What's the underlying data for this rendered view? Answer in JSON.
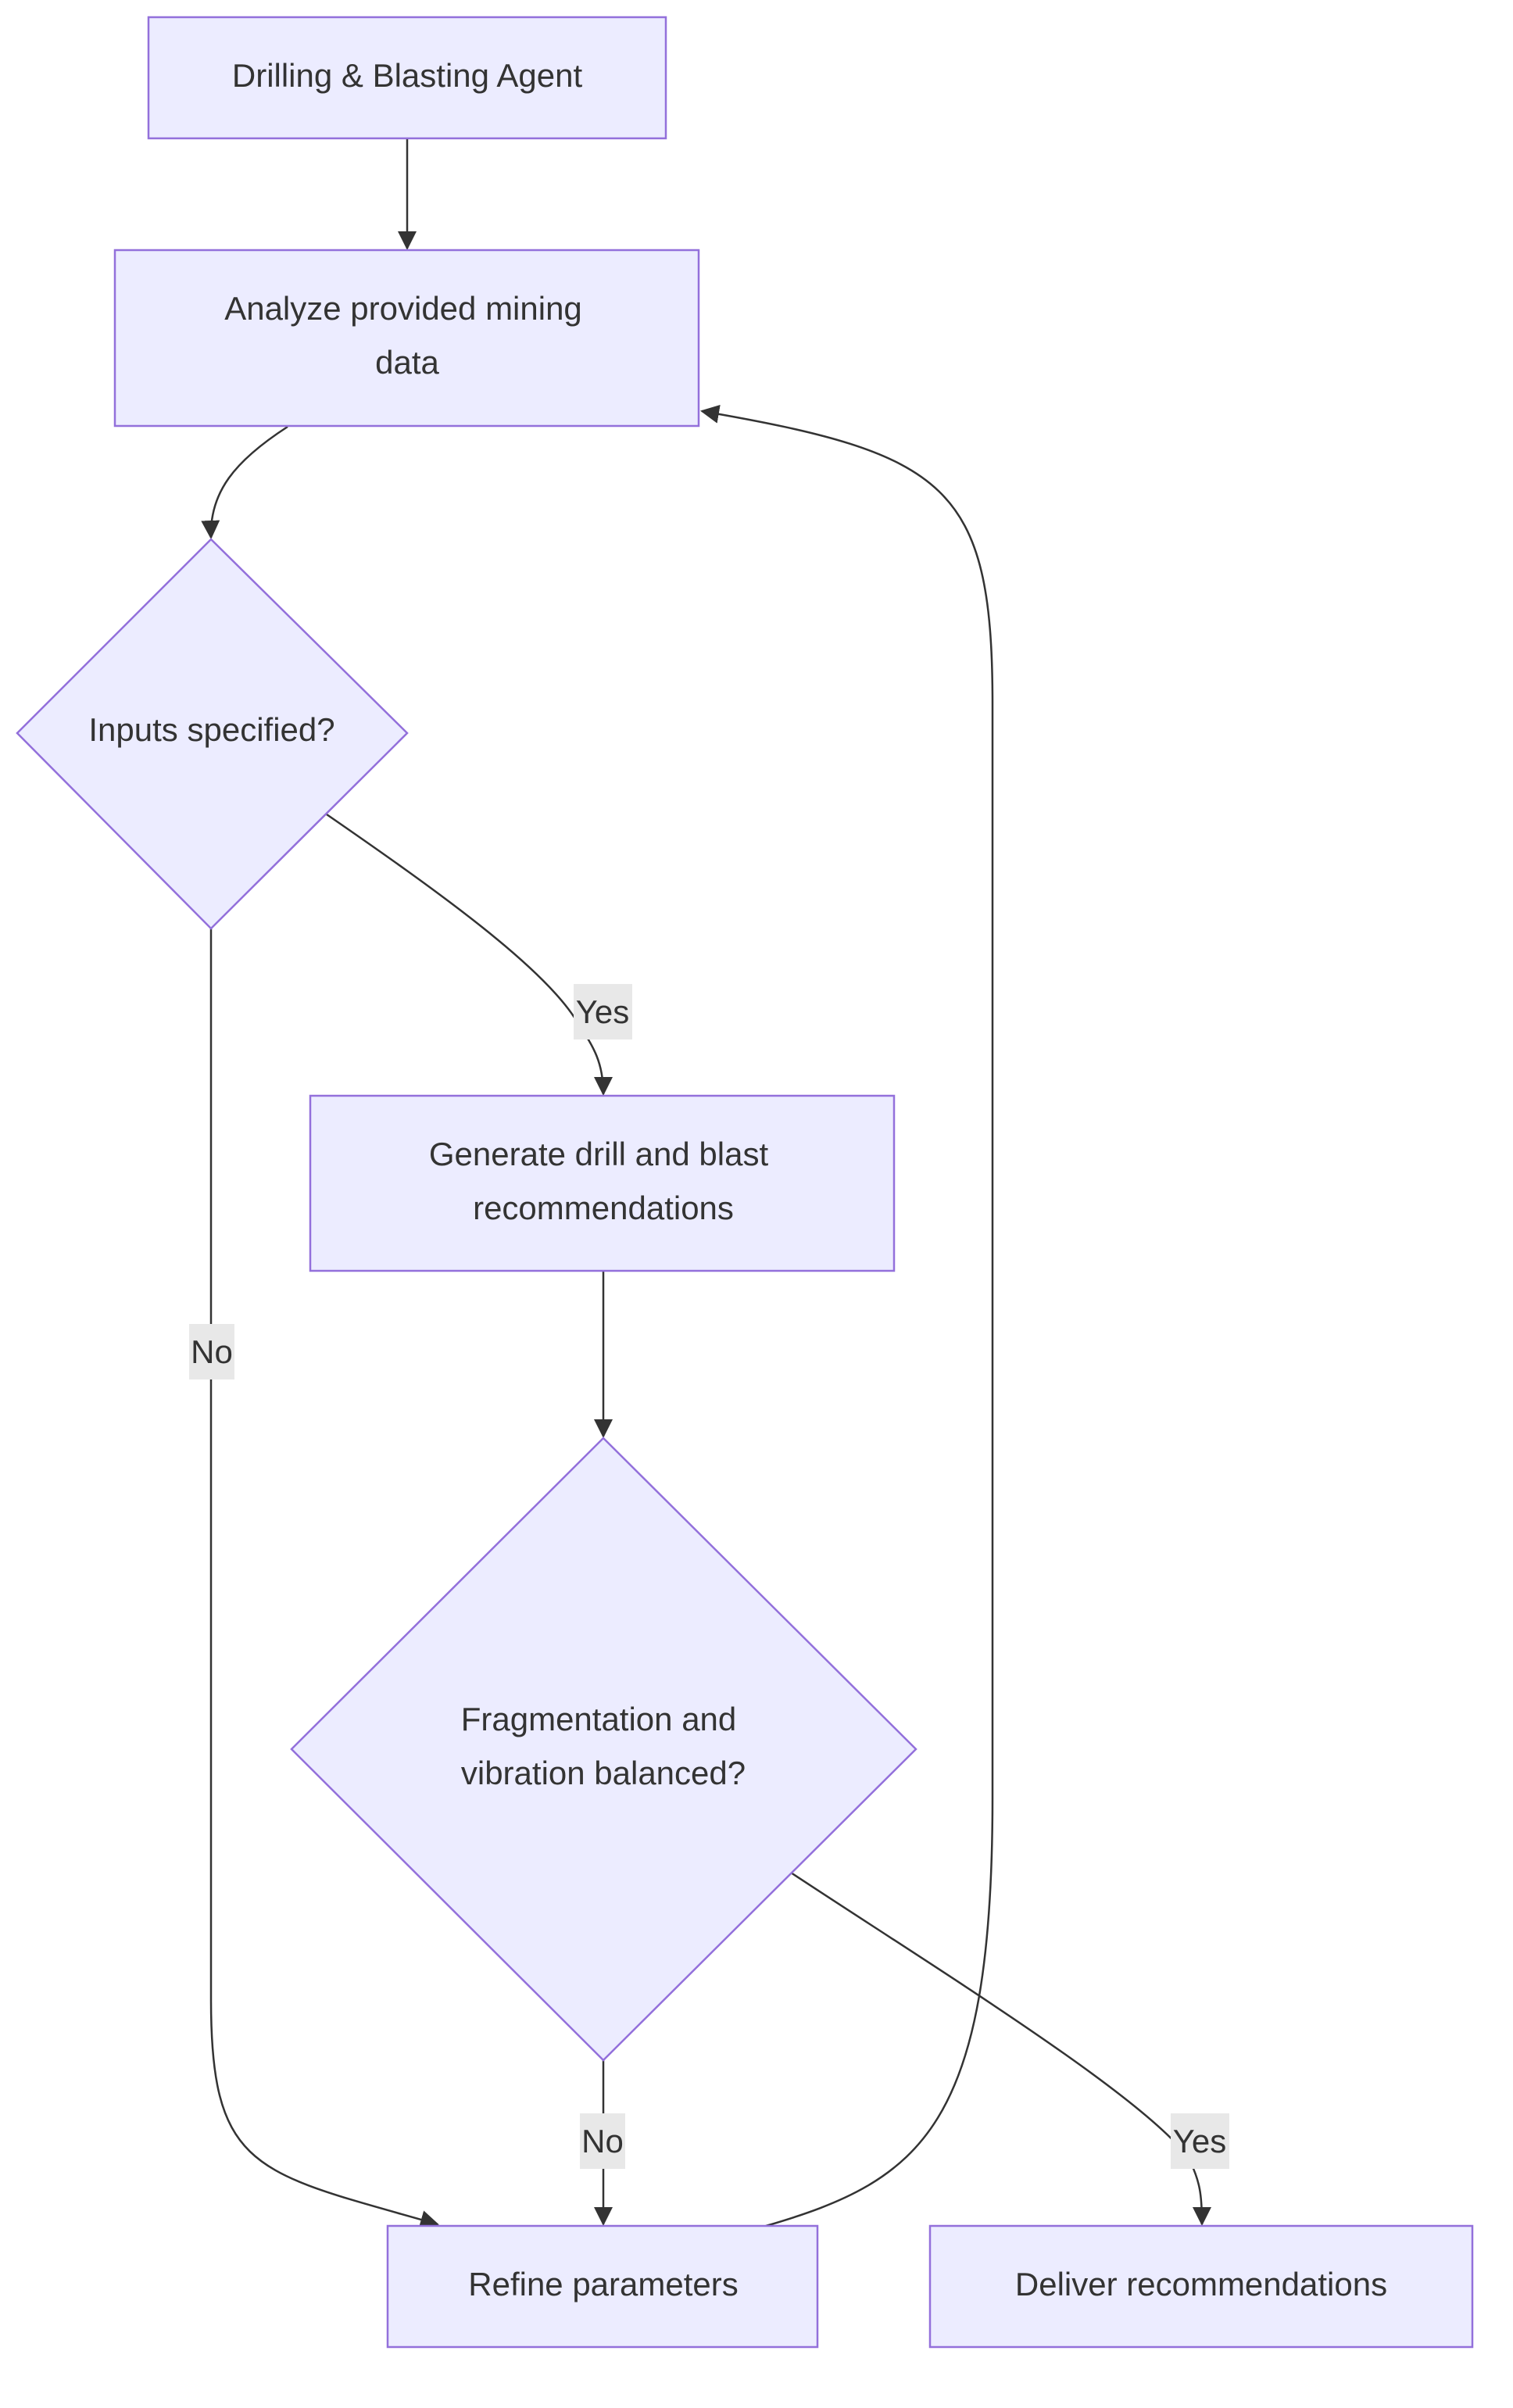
{
  "diagram": {
    "nodes": {
      "agent": {
        "lines": [
          "Drilling & Blasting Agent"
        ]
      },
      "analyze": {
        "lines": [
          "Analyze provided mining",
          "data"
        ]
      },
      "inputs": {
        "lines": [
          "Inputs specified?"
        ]
      },
      "generate": {
        "lines": [
          "Generate drill and blast",
          "recommendations"
        ]
      },
      "balanced": {
        "lines": [
          "Fragmentation and",
          "vibration balanced?"
        ]
      },
      "refine": {
        "lines": [
          "Refine parameters"
        ]
      },
      "deliver": {
        "lines": [
          "Deliver recommendations"
        ]
      }
    },
    "edge_labels": {
      "inputs_yes": "Yes",
      "inputs_no": "No",
      "balanced_no": "No",
      "balanced_yes": "Yes"
    },
    "colors": {
      "node_fill": "#ececff",
      "node_stroke": "#9370db",
      "edge": "#333333",
      "label_bg": "#e8e8e8"
    }
  }
}
